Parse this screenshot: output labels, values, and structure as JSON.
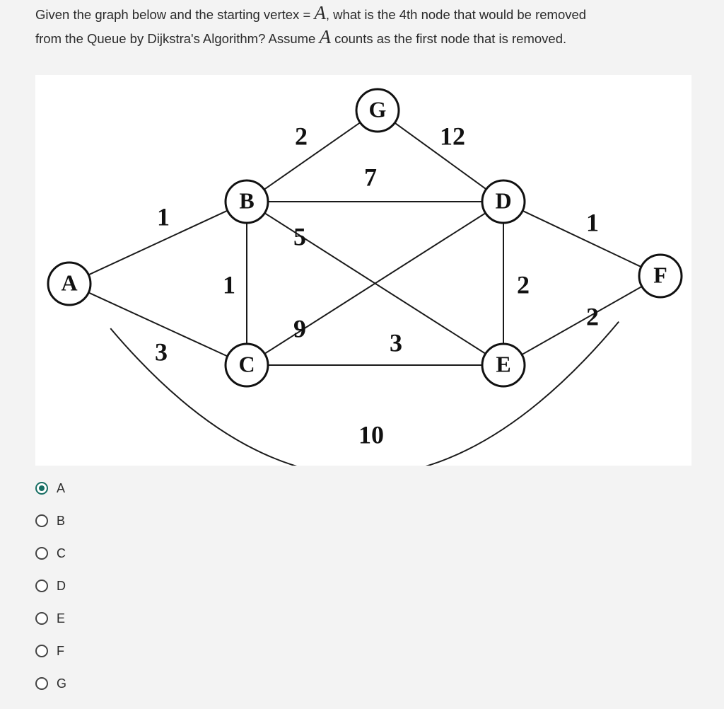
{
  "question": {
    "line1_a": "Given the graph below and the starting vertex = ",
    "var1": "A",
    "line1_b": ", what is the 4th node that would be removed",
    "line2_a": "from the Queue by Dijkstra's Algorithm? Assume ",
    "var2": "A",
    "line2_b": " counts as the first node that is removed."
  },
  "graph": {
    "nodes": [
      "A",
      "B",
      "C",
      "D",
      "E",
      "F",
      "G"
    ],
    "edges": [
      {
        "from": "A",
        "to": "B",
        "weight": "1"
      },
      {
        "from": "A",
        "to": "C",
        "weight": "3"
      },
      {
        "from": "A",
        "to": "F",
        "weight": "10"
      },
      {
        "from": "B",
        "to": "G",
        "weight": "2"
      },
      {
        "from": "B",
        "to": "D",
        "weight": "7"
      },
      {
        "from": "B",
        "to": "C",
        "weight": "1"
      },
      {
        "from": "B",
        "to": "E",
        "weight": "5"
      },
      {
        "from": "C",
        "to": "D",
        "weight": "9"
      },
      {
        "from": "C",
        "to": "E",
        "weight": "3"
      },
      {
        "from": "G",
        "to": "D",
        "weight": "12"
      },
      {
        "from": "D",
        "to": "E",
        "weight": "2"
      },
      {
        "from": "D",
        "to": "F",
        "weight": "1"
      },
      {
        "from": "E",
        "to": "F",
        "weight": "2"
      }
    ]
  },
  "options": [
    {
      "label": "A",
      "selected": true
    },
    {
      "label": "B",
      "selected": false
    },
    {
      "label": "C",
      "selected": false
    },
    {
      "label": "D",
      "selected": false
    },
    {
      "label": "E",
      "selected": false
    },
    {
      "label": "F",
      "selected": false
    },
    {
      "label": "G",
      "selected": false
    }
  ],
  "colors": {
    "selected_radio": "#176e63"
  }
}
